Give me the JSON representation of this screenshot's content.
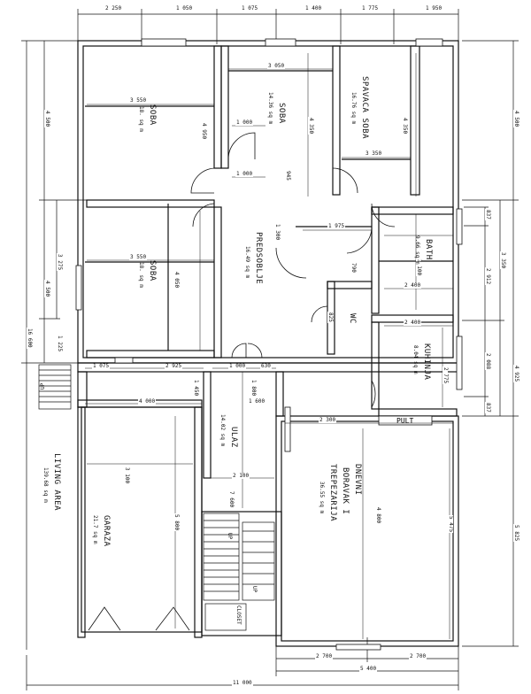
{
  "rooms": {
    "soba1": {
      "name": "SOBA",
      "area": "18. sq m",
      "dim": "3 550"
    },
    "soba2": {
      "name": "SOBA",
      "area": "14.36 sq m",
      "dim": "3 050"
    },
    "spavaca": {
      "name": "SPAVACA SOBA",
      "area": "16.76 sq m",
      "dim": "3 350"
    },
    "soba3": {
      "name": "SOBA",
      "area": "18. sq m",
      "dim": "3 550"
    },
    "predsoblje": {
      "name": "PREDSOBLJE",
      "area": "16.49 sq m"
    },
    "bath": {
      "name": "BATH",
      "area": "9.66 sq m"
    },
    "wc": {
      "name": "WC"
    },
    "kuhinja": {
      "name": "KUHINJA",
      "area": "8.04 sq m"
    },
    "ulaz": {
      "name": "ULAZ",
      "area": "14.02 sq m"
    },
    "garaza": {
      "name": "GARAZA",
      "area": "21.7 sq m"
    },
    "dnevni": {
      "line1": "DNEVNI",
      "line2": "BORAVAK I",
      "line3": "TREPEZARIJA",
      "area": "36.55 sq m"
    },
    "living": {
      "name": "LIVING AREA",
      "area": "139.68 sq m"
    }
  },
  "labels": {
    "pult": "PULT",
    "closet": "CLOSET",
    "up1": "UP",
    "up2": "UP",
    "up3": "UP"
  },
  "dims_top": [
    "2 250",
    "1 050",
    "1 075",
    "1 400",
    "1 775",
    "1 950"
  ],
  "dims_bottom": [
    "2 700",
    "2 700",
    "5 400",
    "11 000"
  ],
  "dims_left": [
    "4 500",
    "3 275",
    "4 500",
    "1 225",
    "16 600"
  ],
  "dims_right": [
    "4 500",
    "837",
    "2 912",
    "3 350",
    "2 088",
    "2 775",
    "4 925",
    "837",
    "5 825"
  ],
  "dims_inner": {
    "soba1_h": "4 950",
    "soba2_w": "1 000",
    "soba2_w2": "1 000",
    "soba2_h": "4 350",
    "soba2_s": "945",
    "spavaca_h": "4 350",
    "soba3_h": "4 050",
    "pred_a": "1 300",
    "pred_b": "1 975",
    "pred_c": "2 300",
    "pred_d": "790",
    "bath_h": "3 100",
    "bath_w": "2 400",
    "kuh_w": "2 400",
    "wc_w": "825",
    "corr_a": "1 075",
    "corr_b": "2 925",
    "corr_c": "1 000",
    "corr_d": "630",
    "garaza_w1": "4 000",
    "ulaz_a": "1 450",
    "ulaz_b": "1 800",
    "ulaz_c": "1 600",
    "dn_w": "2 300",
    "dn_h": "4 800",
    "dn_h2": "5 475",
    "gar_w": "3 100",
    "gar_h": "5 800",
    "ulaz_w": "2 100",
    "ulaz_h": "7 600"
  }
}
